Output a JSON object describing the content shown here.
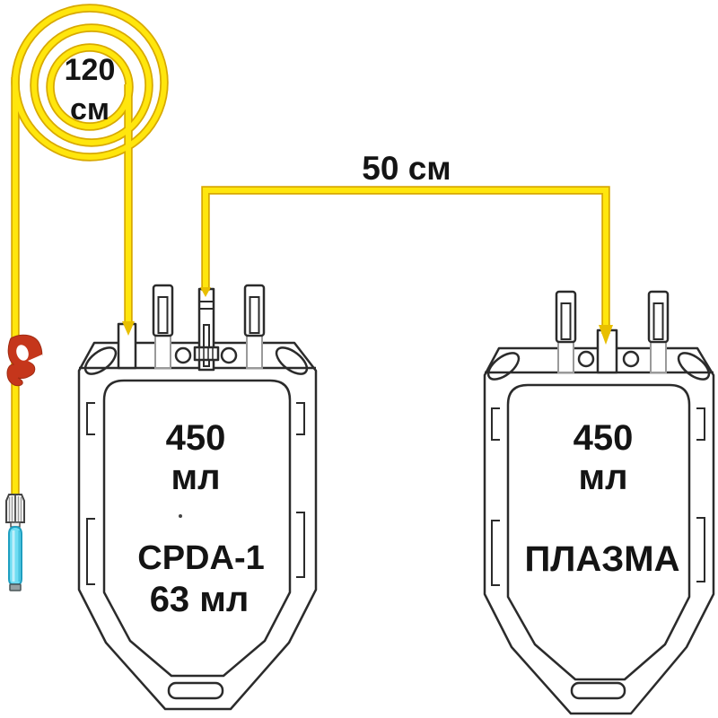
{
  "diagram": {
    "donor_line": {
      "coil_label_value": "120",
      "coil_label_unit": "см"
    },
    "transfer_line": {
      "length_label": "50 см"
    },
    "primary_bag": {
      "volume": "450",
      "volume_unit": "мл",
      "solution_name": "CPDA-1",
      "solution_volume": "63 мл"
    },
    "plasma_bag": {
      "volume": "450",
      "volume_unit": "мл",
      "content_label": "ПЛАЗМА"
    },
    "colors": {
      "tube_yellow": "#FFE60D",
      "tube_edge": "#D8A900",
      "tube_tip": "#E8BF00",
      "clamp_red": "#C5361B",
      "needle_cap_cyan": "#6FDCF2",
      "needle_cap_edge": "#1E9EC0",
      "outline_dark": "#2B2B2B"
    }
  }
}
